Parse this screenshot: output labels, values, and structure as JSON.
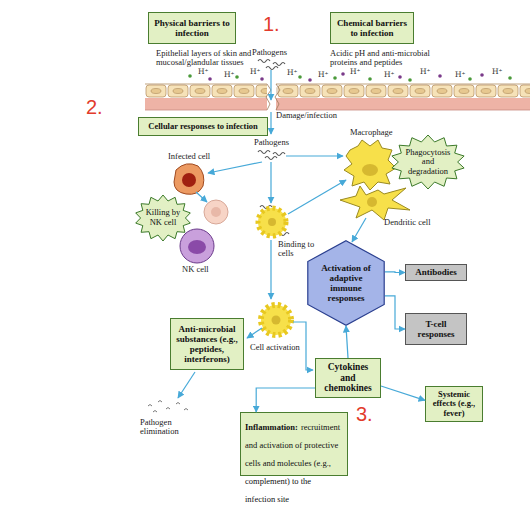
{
  "diagram": {
    "nodes": [
      {
        "text": [
          "Physical barriers to infection"
        ]
      },
      {
        "text": [
          "Chemical barriers to infection"
        ]
      },
      {
        "text": [
          "Cellular responses to infection"
        ]
      },
      {
        "text": [
          "Phagocytosis and degradation"
        ]
      },
      {
        "text": [
          "Killing by NK cell"
        ]
      },
      {
        "text": [
          "Activation of adaptive immune responses"
        ]
      },
      {
        "text": [
          "Antibodies"
        ]
      },
      {
        "text": [
          "T-cell responses"
        ]
      },
      {
        "text": [
          "Anti-microbial substances (e.g., peptides, interferons)"
        ]
      },
      {
        "text": [
          "Cytokines and chemokines"
        ]
      },
      {
        "text": [
          "Systemic effects (e.g., fever)"
        ]
      },
      {
        "text": [
          "Inflammation:",
          "recruitment and activation of protective cells and molecules (e.g., complement) to the infection site"
        ]
      }
    ],
    "edges": [
      {
        "from": 9,
        "to": 5,
        "arrow": "to"
      },
      {
        "from": 5,
        "to": 6,
        "arrow": "to"
      },
      {
        "from": 5,
        "to": 7,
        "arrow": "to"
      },
      {
        "from": 9,
        "to": 11,
        "arrow": "to"
      },
      {
        "from": 9,
        "to": 10,
        "arrow": "to"
      }
    ],
    "labels": [
      "1.",
      "Pathogens",
      "Epithelial layers of skin and mucosal/glandular tissues",
      "Acidic pH and anti-microbial proteins and peptides",
      "H⁺",
      "H⁺",
      "H⁺",
      "H⁺",
      "H⁺",
      "H⁺",
      "H⁺",
      "H⁺",
      "H⁺",
      "H⁺",
      "2.",
      "Damage/infection",
      "Pathogens",
      "Infected cell",
      "Macrophage",
      "Binding to cells",
      "Dendritic cell",
      "NK cell",
      "Cell activation",
      "Pathogen elimination",
      "3."
    ]
  }
}
